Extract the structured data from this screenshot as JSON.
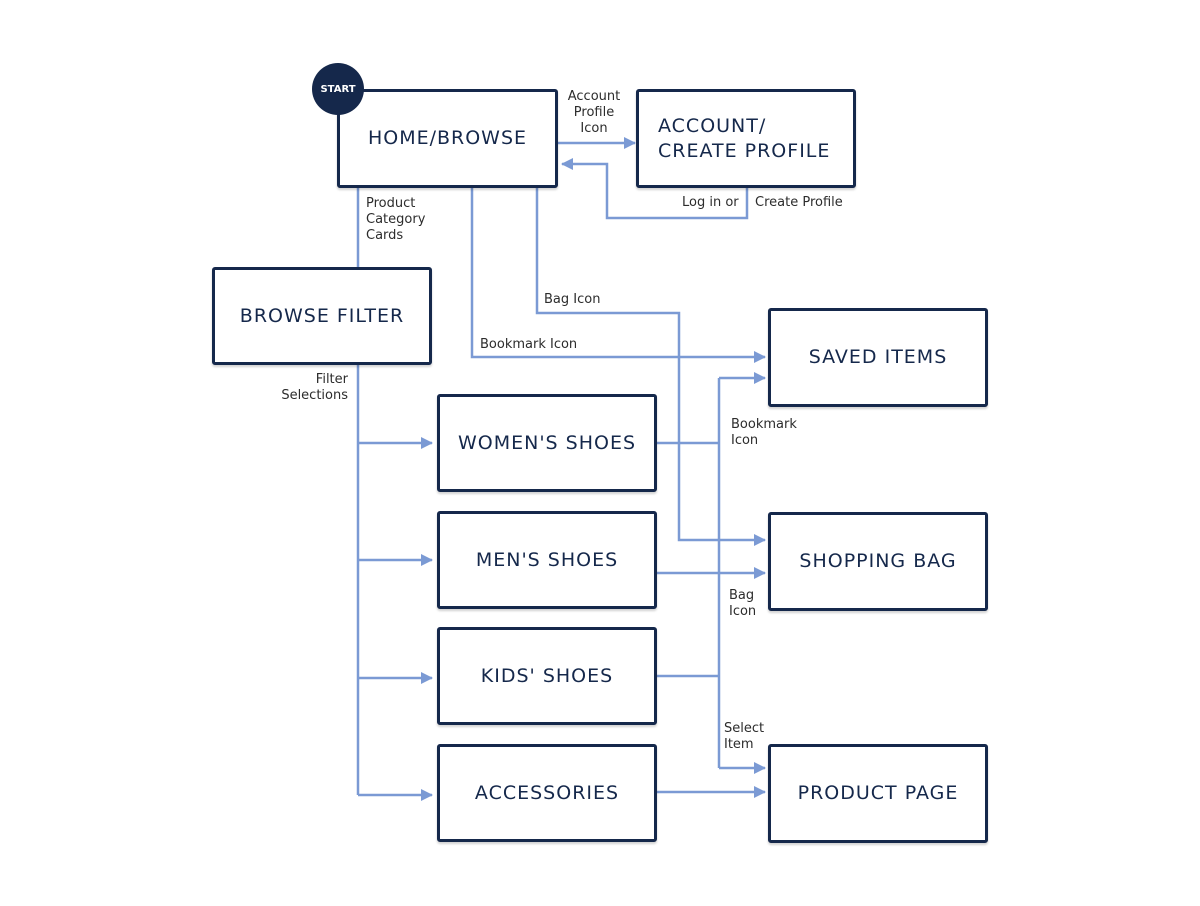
{
  "diagram": {
    "start": "START",
    "nodes": {
      "home": "HOME/BROWSE",
      "account": "ACCOUNT/\nCREATE PROFILE",
      "browse_filter": "BROWSE FILTER",
      "saved_items": "SAVED ITEMS",
      "womens": "WOMEN'S SHOES",
      "mens": "MEN'S SHOES",
      "shopping_bag": "SHOPPING BAG",
      "kids": "KIDS' SHOES",
      "accessories": "ACCESSORIES",
      "product_page": "PRODUCT PAGE"
    },
    "edge_labels": {
      "account_profile_icon": "Account\nProfile\nIcon",
      "log_in_or": "Log in or",
      "create_profile": "Create Profile",
      "product_category_cards": "Product\nCategory\nCards",
      "bag_icon_top": "Bag Icon",
      "bookmark_icon_top": "Bookmark Icon",
      "filter_selections": "Filter\nSelections",
      "bookmark_icon_right": "Bookmark\nIcon",
      "bag_icon_right": "Bag\nIcon",
      "select_item": "Select\nItem"
    },
    "colors": {
      "node_border": "#15284b",
      "connector": "#7b9ad4",
      "start_fill": "#15284b"
    }
  }
}
